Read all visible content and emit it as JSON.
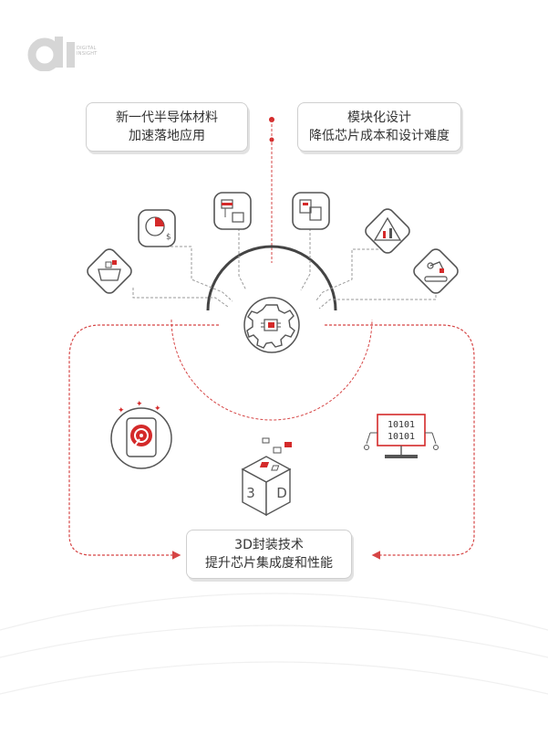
{
  "logo": {
    "mark": "dl",
    "line1": "DIGITAL",
    "line2": "INSIGHT"
  },
  "boxes": {
    "materials": {
      "line1": "新一代半导体材料",
      "line2": "加速落地应用"
    },
    "modular": {
      "line1": "模块化设计",
      "line2": "降低芯片成本和设计难度"
    },
    "packaging": {
      "line1": "3D封装技术",
      "line2": "提升芯片集成度和性能"
    }
  },
  "icons": {
    "binary_row1": "10101",
    "binary_row2": "10101",
    "cube_letter_3": "3",
    "cube_letter_d": "D"
  },
  "colors": {
    "accent": "#d42a2a",
    "dash": "#d64545",
    "gray_line": "#9a9a9a",
    "icon_stroke": "#555555"
  }
}
